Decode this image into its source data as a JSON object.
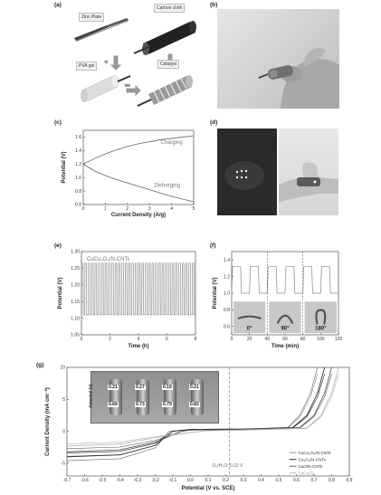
{
  "panel_a": {
    "label": "(a)",
    "zinc_plate": "Zinc Plate",
    "carbon_cloth": "Carbon cloth",
    "pva_gel": "PVA gel",
    "catalyst": "Catalyst"
  },
  "panel_b": {
    "label": "(b)"
  },
  "panel_c": {
    "label": "(c)"
  },
  "panel_d": {
    "label": "(d)"
  },
  "panel_e": {
    "label": "(e)"
  },
  "panel_f": {
    "label": "(f)"
  },
  "panel_g": {
    "label": "(g)",
    "inset_ylabel": "Potential (V)",
    "inset_values": [
      {
        "top": "0.21",
        "bottom": "0.69"
      },
      {
        "top": "0.27",
        "bottom": "0.73"
      },
      {
        "top": "0.19",
        "bottom": "0.79"
      },
      {
        "top": "0.21",
        "bottom": "0.83"
      }
    ]
  },
  "chart_data": [
    {
      "type": "line",
      "panel": "c",
      "xlabel": "Current Density (A/g)",
      "ylabel": "Potential (V)",
      "xlim": [
        0,
        5
      ],
      "ylim": [
        0.6,
        1.7
      ],
      "xticks": [
        "0",
        "1",
        "2",
        "3",
        "4",
        "5"
      ],
      "yticks": [
        "0.6",
        "0.8",
        "1.0",
        "1.2",
        "1.4",
        "1.6"
      ],
      "annotations": [
        "Charging",
        "Disharging"
      ],
      "series": [
        {
          "name": "Charging",
          "x": [
            0,
            0.5,
            1,
            1.5,
            2,
            2.5,
            3,
            3.5,
            4,
            4.5,
            5
          ],
          "values": [
            1.2,
            1.28,
            1.35,
            1.41,
            1.46,
            1.5,
            1.53,
            1.56,
            1.58,
            1.6,
            1.62
          ]
        },
        {
          "name": "Disharging",
          "x": [
            0,
            0.5,
            1,
            1.5,
            2,
            2.5,
            3,
            3.5,
            4,
            4.5,
            5
          ],
          "values": [
            1.2,
            1.1,
            1.03,
            0.97,
            0.92,
            0.87,
            0.82,
            0.77,
            0.72,
            0.68,
            0.64
          ]
        }
      ]
    },
    {
      "type": "line",
      "panel": "e",
      "legend": "CuCo₂O₄/N-CNTs",
      "xlabel": "Time (h)",
      "ylabel": "Potential (V)",
      "xlim": [
        0,
        8
      ],
      "ylim": [
        1.05,
        1.3
      ],
      "xticks": [
        "0",
        "2",
        "4",
        "6",
        "8"
      ],
      "yticks": [
        "1.05",
        "1.10",
        "1.15",
        "1.20",
        "1.25",
        "1.30"
      ],
      "cycles": 34,
      "charge_potential": 1.265,
      "discharge_potential": 1.11
    },
    {
      "type": "line",
      "panel": "f",
      "xlabel": "Time (min)",
      "ylabel": "Potential (V)",
      "xlim": [
        0,
        120
      ],
      "ylim": [
        0.5,
        1.5
      ],
      "xticks": [
        "0",
        "20",
        "40",
        "60",
        "80",
        "100",
        "120"
      ],
      "yticks": [
        "0.6",
        "0.8",
        "1.0",
        "1.2",
        "1.4"
      ],
      "high": 1.32,
      "low": 1.0,
      "switch_times": [
        40,
        80
      ],
      "bend_labels": [
        "0°",
        "90°",
        "180°"
      ]
    },
    {
      "type": "line",
      "panel": "g",
      "xlabel": "Potential (V vs. SCE)",
      "ylabel": "Current Density (mA cm⁻²)",
      "xlim": [
        -0.7,
        0.9
      ],
      "ylim": [
        -7,
        10
      ],
      "xticks": [
        "-0.7",
        "-0.6",
        "-0.5",
        "-0.4",
        "-0.3",
        "-0.2",
        "-0.1",
        "0.0",
        "0.1",
        "0.2",
        "0.3",
        "0.4",
        "0.5",
        "0.6",
        "0.7",
        "0.8",
        "0.9"
      ],
      "yticks": [
        "-5",
        "0",
        "5",
        "10"
      ],
      "annotation": "O₂/H₂O: 0.22 V",
      "series": [
        {
          "name": "CuCo₂O₄/N-CNTs",
          "color": "#888888",
          "x": [
            -0.7,
            -0.4,
            -0.2,
            -0.12,
            0.0,
            0.3,
            0.55,
            0.62,
            0.68,
            0.72
          ],
          "values": [
            -4.6,
            -4.3,
            -2.6,
            0.0,
            0.3,
            0.35,
            0.6,
            2.5,
            6.0,
            10
          ]
        },
        {
          "name": "Co₃O₄/N-CNTs",
          "color": "#222222",
          "x": [
            -0.7,
            -0.4,
            -0.2,
            -0.1,
            0.0,
            0.3,
            0.58,
            0.66,
            0.72,
            0.76
          ],
          "values": [
            -4.0,
            -3.7,
            -2.2,
            0.0,
            0.3,
            0.35,
            0.6,
            2.5,
            6.0,
            10
          ]
        },
        {
          "name": "CuO/N-CNTs",
          "color": "#555555",
          "x": [
            -0.7,
            -0.4,
            -0.2,
            -0.05,
            0.0,
            0.3,
            0.62,
            0.7,
            0.76,
            0.8
          ],
          "values": [
            -3.2,
            -2.9,
            -1.7,
            0.0,
            0.2,
            0.3,
            0.6,
            2.5,
            6.0,
            10
          ]
        },
        {
          "name": "CuCo₂O₄",
          "color": "#b0b0b0",
          "x": [
            -0.7,
            -0.4,
            -0.2,
            0.0,
            0.1,
            0.3,
            0.66,
            0.74,
            0.8,
            0.84
          ],
          "values": [
            -2.3,
            -2.0,
            -1.0,
            -0.2,
            0.1,
            0.2,
            0.5,
            2.5,
            6.0,
            10
          ]
        }
      ]
    }
  ]
}
